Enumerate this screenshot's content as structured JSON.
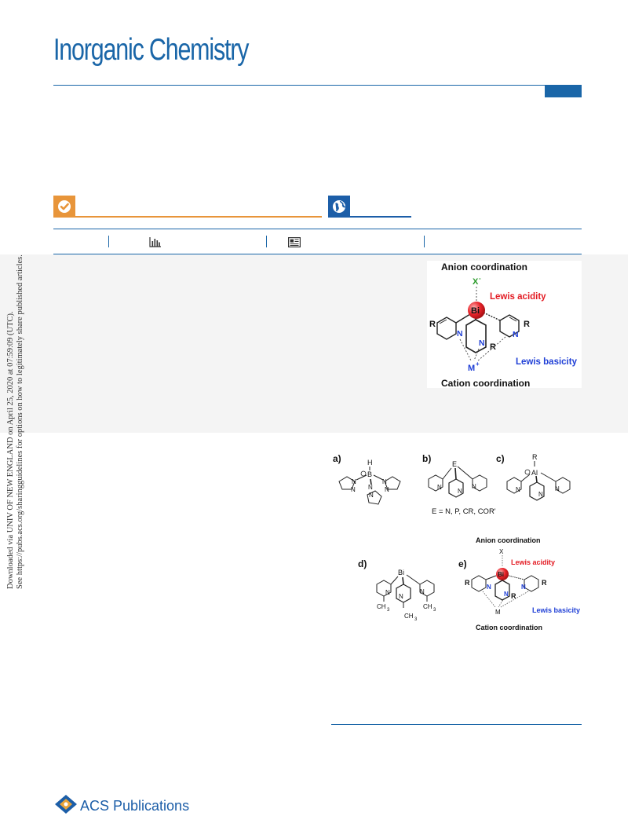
{
  "header": {
    "journal_title": "Inorganic Chemistry"
  },
  "badges": {
    "oa_icon": "checkmark-icon",
    "open_icon": "globe-icon"
  },
  "metrics": {
    "icons": [
      "bar-chart-icon",
      "newspaper-icon"
    ]
  },
  "toc_graphic": {
    "top_label": "Anion coordination",
    "anion": "X",
    "anion_charge": "-",
    "lewis_acidity": "Lewis acidity",
    "central_atom": "Bi",
    "r_left": "R",
    "r_right": "R",
    "r_bottom": "R",
    "n_left": "N",
    "n_right": "N",
    "n_middle": "N",
    "cation": "M",
    "cation_charge": "+",
    "lewis_basicity": "Lewis basicity",
    "bottom_label": "Cation coordination",
    "colors": {
      "acidity": "#e31b23",
      "basicity": "#1f3fd6",
      "anion": "#2a9a2a",
      "bi_ball": "#e8232a"
    }
  },
  "scheme": {
    "panel_a": {
      "label": "a)",
      "atom_h": "H",
      "atom_b": "B",
      "n_atoms": [
        "N",
        "N",
        "N",
        "N",
        "N",
        "N"
      ]
    },
    "panel_b": {
      "label": "b)",
      "atom_e": "E",
      "caption": "E = N, P, CR, COR'"
    },
    "panel_c": {
      "label": "c)",
      "atom_r": "R",
      "atom_al": "Al"
    },
    "panel_d": {
      "label": "d)",
      "atom_bi": "Bi",
      "methyl": "CH",
      "methyl_sub": "3"
    },
    "panel_e": {
      "label": "e)",
      "top_label": "Anion coordination",
      "anion": "X",
      "lewis_acidity": "Lewis acidity",
      "central_atom": "Bi",
      "lewis_basicity": "Lewis basicity",
      "bottom_label": "Cation coordination",
      "cation": "M"
    }
  },
  "side_notice": {
    "line1": "Downloaded via UNIV OF NEW ENGLAND on April 25, 2020 at 07:59:09 (UTC).",
    "line2": "See https://pubs.acs.org/sharingguidelines for options on how to legitimately share published articles."
  },
  "footer": {
    "publisher": "ACS Publications"
  }
}
